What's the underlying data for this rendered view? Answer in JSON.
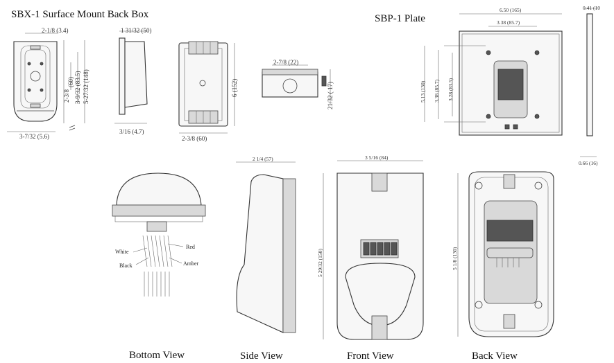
{
  "sbx": {
    "title": "SBX-1 Surface Mount Back Box",
    "dim_top_left": "2-1/8 (3.4)",
    "dim_v_60": "(60)",
    "dim_v_2_3_8": "2-3/8",
    "dim_v_83_5": "3-9/32 (83.5)",
    "dim_v_148": "5-27/32 (148)",
    "dim_bottom_left": "3-7/32 (5.6)",
    "dim_side_top": "1 31/32 (50)",
    "dim_side_bottom": "3/16  (4.7)",
    "dim_front_v": "6 (152)",
    "dim_front_bottom": "2-3/8 (60)",
    "dim_end_top": "2-7/8 (22)",
    "dim_end_v": "21/32 ( 17)"
  },
  "sbp": {
    "title": "SBP-1 Plate",
    "dim_width": "6.50 (165)",
    "dim_inner_width": "3.38 (85.7)",
    "dim_v_130": "5.13 (130)",
    "dim_v_85_7": "3.38 (85.7)",
    "dim_v_83_5": "3.28 (83.5)",
    "dim_edge_top": "0.41 (10",
    "dim_edge_bottom": "0.66 (16)"
  },
  "detector": {
    "wire_white": "White",
    "wire_red": "Red",
    "wire_black": "Black",
    "wire_amber": "Amber",
    "dim_side_width": "2 1/4 (57)",
    "dim_front_width": "3 5/16 (84)",
    "dim_front_height": "5 29/32 (150)",
    "dim_back_height": "5 1/8 (130)"
  },
  "views": {
    "bottom": "Bottom View",
    "side": "Side View",
    "front": "Front View",
    "back": "Back View"
  }
}
